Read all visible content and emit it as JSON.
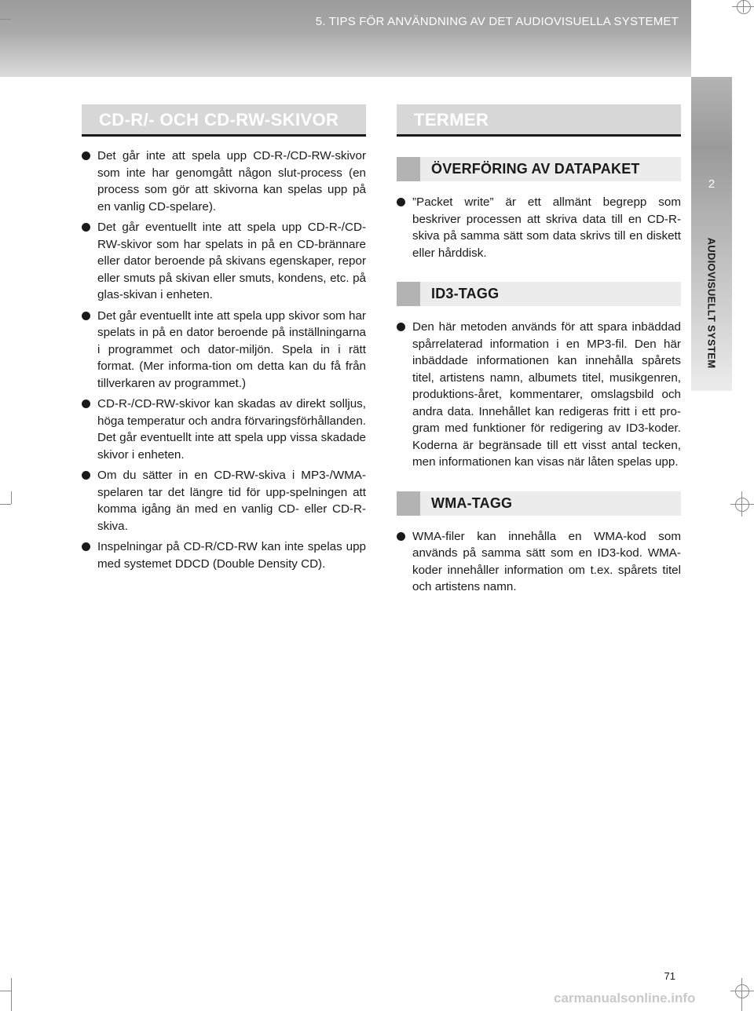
{
  "header": {
    "title": "5. TIPS FÖR ANVÄNDNING AV DET AUDIOVISUELLA SYSTEMET"
  },
  "side_tab": {
    "number": "2",
    "label": "AUDIOVISUELLT SYSTEM"
  },
  "left_column": {
    "heading": "CD-R/- OCH CD-RW-SKIVOR",
    "bullets": [
      "Det går inte att spela upp CD-R-/CD-RW-skivor som inte har genomgått någon slut-process (en process som gör att skivorna kan spelas upp på en vanlig CD-spelare).",
      "Det går eventuellt inte att spela upp CD-R-/CD-RW-skivor som har spelats in på en CD-brännare eller dator beroende på skivans egenskaper, repor eller smuts på skivan eller smuts, kondens, etc. på glas-skivan i enheten.",
      "Det går eventuellt inte att spela upp skivor som har spelats in på en dator beroende på inställningarna i programmet och dator-miljön. Spela in i rätt format. (Mer informa-tion om detta kan du få från tillverkaren av programmet.)",
      "CD-R-/CD-RW-skivor kan skadas av direkt solljus, höga temperatur och andra förvaringsförhållanden. Det går eventuellt inte att spela upp vissa skadade skivor i enheten.",
      "Om du sätter in en CD-RW-skiva i MP3-/WMA-spelaren tar det längre tid för upp-spelningen att komma igång än med en vanlig CD- eller CD-R-skiva.",
      "Inspelningar på CD-R/CD-RW kan inte spelas upp med systemet DDCD (Double Density CD)."
    ]
  },
  "right_column": {
    "heading": "TERMER",
    "subsections": [
      {
        "title": "ÖVERFÖRING AV DATAPAKET",
        "text": "”Packet write” är ett allmänt begrepp som beskriver processen att skriva data till en CD-R-skiva på samma sätt som data skrivs till en diskett eller hårddisk."
      },
      {
        "title": "ID3-TAGG",
        "text": "Den här metoden används för att spara inbäddad spårrelaterad information i en MP3-fil. Den här inbäddade informationen kan innehålla spårets titel, artistens namn, albumets titel, musikgenren, produktions-året, kommentarer, omslagsbild och andra data. Innehållet kan redigeras fritt i ett pro-gram med funktioner för redigering av ID3-koder. Koderna är begränsade till ett visst antal tecken, men informationen kan visas när låten spelas upp."
      },
      {
        "title": "WMA-TAGG",
        "text": "WMA-filer kan innehålla en WMA-kod som används på samma sätt som en ID3-kod. WMA-koder innehåller information om t.ex. spårets titel och artistens namn."
      }
    ]
  },
  "footer": {
    "page_number": "71",
    "watermark": "carmanualsonline.info"
  }
}
